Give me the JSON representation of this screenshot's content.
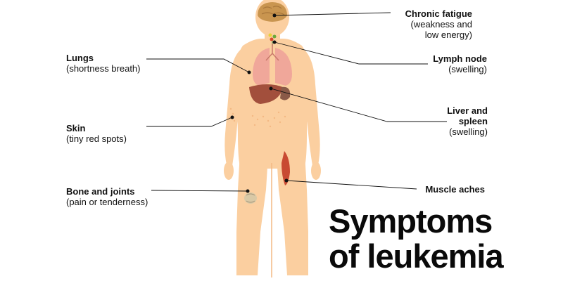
{
  "title": {
    "line1": "Symptoms",
    "line2": "of leukemia"
  },
  "colors": {
    "skin": "#fbcfa0",
    "skin_shadow": "#f3b984",
    "brain": "#c9954f",
    "lungs": "#f0a79a",
    "liver": "#a24f3c",
    "spleen": "#8a5a48",
    "muscle": "#c84a32",
    "lymph_node": "#e6d23a",
    "line": "#111111"
  },
  "symptoms": {
    "chronic_fatigue": {
      "name": "Chronic fatigue",
      "detail": "(weakness and low energy)",
      "detail_line1": "(weakness and",
      "detail_line2": "low energy)"
    },
    "lungs": {
      "name": "Lungs",
      "detail": "(shortness breath)"
    },
    "lymph_node": {
      "name": "Lymph node",
      "detail": "(swelling)"
    },
    "liver_spleen": {
      "name_line1": "Liver and",
      "name_line2": "spleen",
      "detail": "(swelling)"
    },
    "skin": {
      "name": "Skin",
      "detail": "(tiny red spots)"
    },
    "bone_joints": {
      "name": "Bone and joints",
      "detail": "(pain or tenderness)"
    },
    "muscle_aches": {
      "name": "Muscle aches"
    }
  }
}
